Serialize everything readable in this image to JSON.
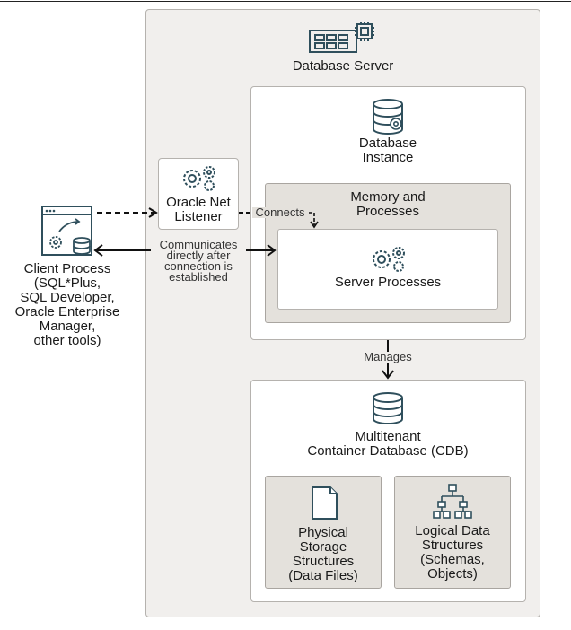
{
  "diagram": {
    "client": {
      "label": "Client Process\n(SQL*Plus,\nSQL Developer,\nOracle Enterprise\nManager,\nother tools)"
    },
    "server": {
      "label": "Database Server"
    },
    "listener": {
      "label": "Oracle Net\nListener"
    },
    "instance": {
      "label": "Database\nInstance"
    },
    "memory": {
      "label": "Memory and\nProcesses"
    },
    "server_processes": {
      "label": "Server Processes"
    },
    "cdb": {
      "label": "Multitenant\nContainer Database (CDB)"
    },
    "physical": {
      "label": "Physical\nStorage\nStructures\n(Data Files)"
    },
    "logical": {
      "label": "Logical Data\nStructures\n(Schemas,\nObjects)"
    },
    "edges": {
      "connects": "Connects",
      "communicates": "Communicates\ndirectly after\nconnection is\nestablished",
      "manages": "Manages"
    },
    "colors": {
      "stroke": "#2f4f5c",
      "dark": "#111111"
    },
    "icons": [
      "server-icon",
      "gears-icon",
      "database-icon",
      "client-app-icon",
      "document-icon",
      "hierarchy-icon"
    ]
  }
}
